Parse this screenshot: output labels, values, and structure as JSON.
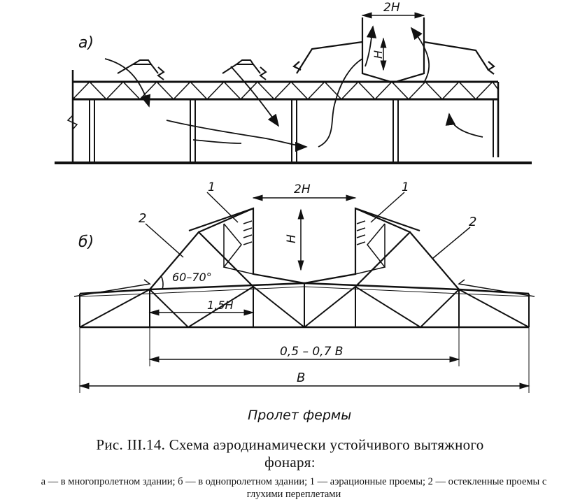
{
  "figure": {
    "panel_a_label": "а)",
    "panel_b_label": "б)",
    "dim_2H_top": "2Н",
    "dim_H_top": "Н",
    "dim_2H_bottom": "2Н",
    "dim_H_bottom": "Н",
    "label_1_left": "1",
    "label_1_right": "1",
    "label_2_left": "2",
    "label_2_right": "2",
    "angle_label": "60–70°",
    "dim_1_5H": "1,5Н",
    "dim_05_07B": "0,5 – 0,7 В",
    "dim_B": "В",
    "span_caption": "Пролет фермы"
  },
  "caption": {
    "title_line1": "Рис. III.14. Схема аэродинамически устойчивого вытяжного",
    "title_line2": "фонаря:",
    "legend": "а — в многопролетном здании; б — в однопролетном здании; 1 — аэрационные проемы; 2 — остекленные проемы с глухими переплетами"
  },
  "colors": {
    "ink": "#111111",
    "paper": "#ffffff"
  }
}
